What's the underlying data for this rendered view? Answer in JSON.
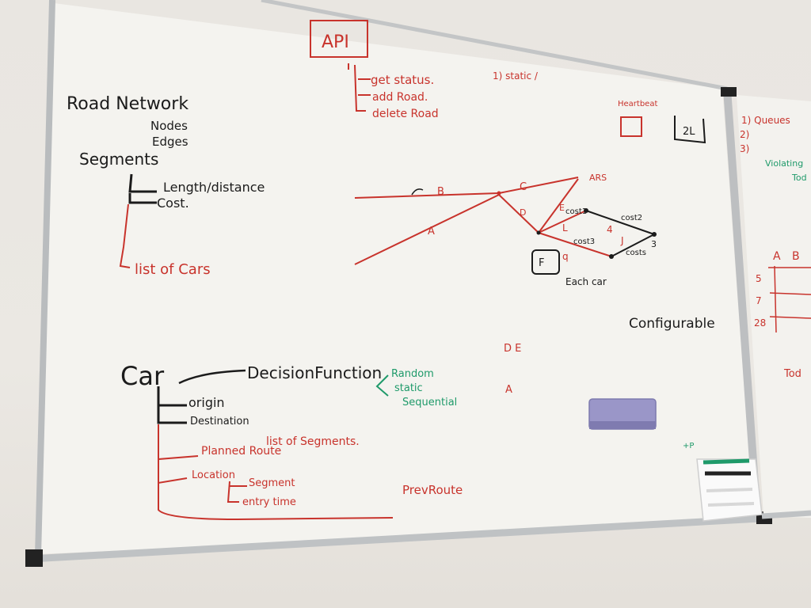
{
  "api": {
    "title": "API",
    "items": [
      "get status.",
      "add Road.",
      "delete Road"
    ],
    "note": "1) static /"
  },
  "road_network": {
    "title": "Road Network",
    "children": [
      "Nodes",
      "Edges"
    ]
  },
  "segments": {
    "title": "Segments",
    "children": [
      "Length/distance",
      "Cost."
    ],
    "list": "list of Cars"
  },
  "car": {
    "title": "Car",
    "decision": "DecisionFunction",
    "decision_options": [
      "Random",
      "static",
      "Sequential"
    ],
    "attributes": [
      "origin",
      "Destination"
    ],
    "planned_route": "Planned Route",
    "planned_route_note": "list of Segments.",
    "location": "Location",
    "location_children": [
      "Segment",
      "entry time"
    ],
    "prev_route": "PrevRoute"
  },
  "graph": {
    "edges": [
      "B",
      "A",
      "C",
      "E",
      "D",
      "L",
      "J",
      "q",
      "4"
    ],
    "node_label": "ARS",
    "costs": [
      "cost1",
      "cost2",
      "cost3",
      "costs"
    ],
    "node_end": "3",
    "box_label": "F",
    "caption": "Each car"
  },
  "heartbeat": {
    "label": "Heartbeat"
  },
  "box_2l": "2L",
  "configurable": "Configurable",
  "misc_red": [
    "D E",
    "A"
  ],
  "right_board": {
    "lines": [
      "1) Queues",
      "2)",
      "3)",
      "Violating",
      "Tod"
    ],
    "columns": [
      "A",
      "B"
    ],
    "rows": [
      "5",
      "7",
      "28"
    ],
    "bottom": "Tod"
  },
  "marker_tray_label": "+P"
}
